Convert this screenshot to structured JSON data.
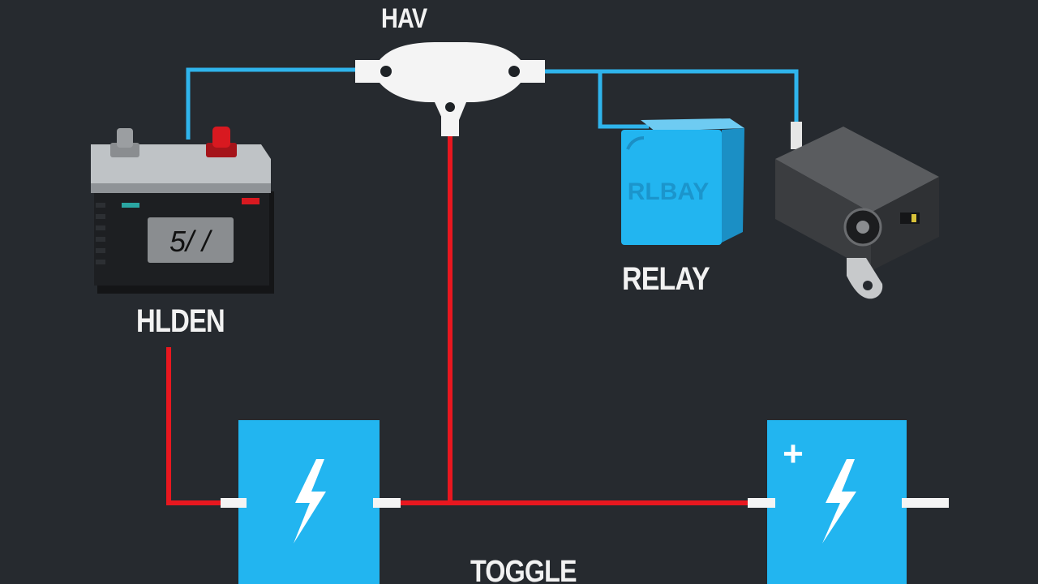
{
  "labels": {
    "top": "HAV",
    "battery": "HLDEN",
    "relay": "RELAY",
    "bottom": "TOGGLE"
  },
  "battery": {
    "display_text": "5/ /"
  },
  "relay": {
    "face_text": "RLBAY"
  },
  "switch_right": {
    "plus_sign": "+"
  },
  "colors": {
    "background": "#262a2f",
    "wire_blue": "#2fb4ec",
    "wire_red": "#e8171f",
    "component_blue": "#22b5f0",
    "battery_body": "#1d1f22",
    "battery_top": "#bfc3c6",
    "terminal_red": "#d81920",
    "fuse_white": "#f4f4f4",
    "module_gray": "#4a4c4f"
  },
  "icons": {
    "switch_left": "lightning-bolt-icon",
    "switch_right": "lightning-bolt-icon"
  }
}
